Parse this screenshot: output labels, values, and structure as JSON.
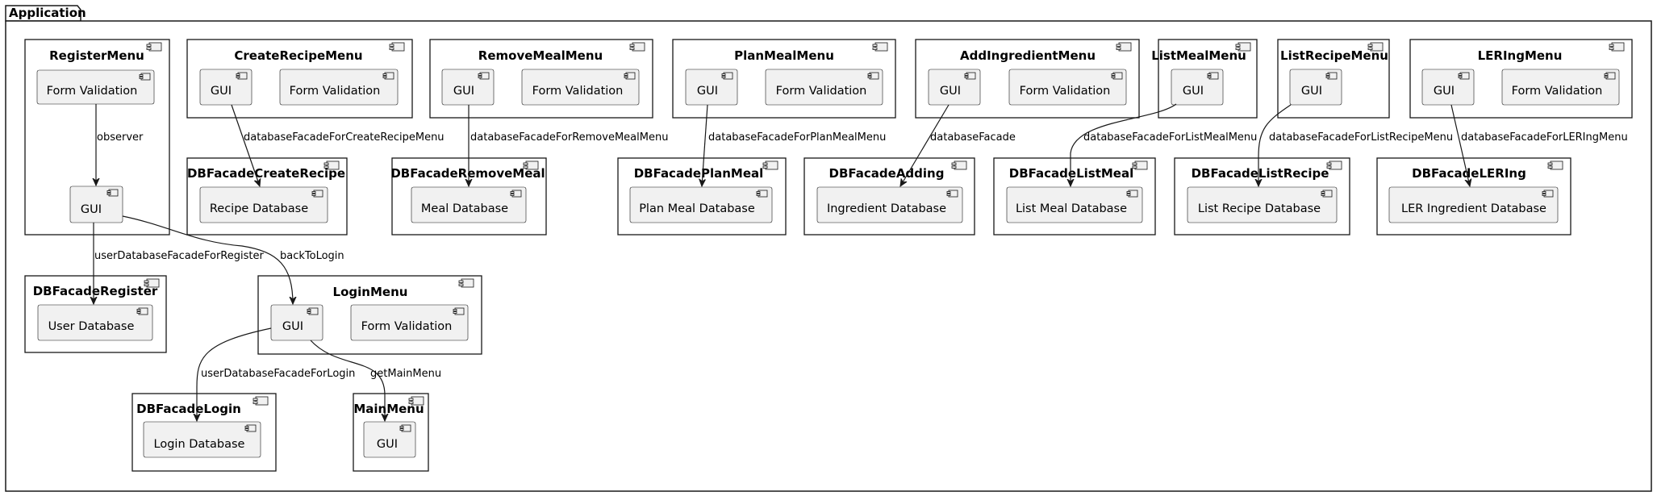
{
  "package": {
    "title": "Application"
  },
  "components": {
    "RegisterMenu": {
      "title": "RegisterMenu",
      "form_validation": "Form Validation",
      "gui": "GUI"
    },
    "CreateRecipeMenu": {
      "title": "CreateRecipeMenu",
      "gui": "GUI",
      "form_validation": "Form Validation"
    },
    "RemoveMealMenu": {
      "title": "RemoveMealMenu",
      "gui": "GUI",
      "form_validation": "Form Validation"
    },
    "PlanMealMenu": {
      "title": "PlanMealMenu",
      "gui": "GUI",
      "form_validation": "Form Validation"
    },
    "AddIngredientMenu": {
      "title": "AddIngredientMenu",
      "gui": "GUI",
      "form_validation": "Form Validation"
    },
    "ListMealMenu": {
      "title": "ListMealMenu",
      "gui": "GUI"
    },
    "ListRecipeMenu": {
      "title": "ListRecipeMenu",
      "gui": "GUI"
    },
    "LERIngMenu": {
      "title": "LERIngMenu",
      "gui": "GUI",
      "form_validation": "Form Validation"
    },
    "DBFacadeCreateRecipe": {
      "title": "DBFacadeCreateRecipe",
      "db": "Recipe Database"
    },
    "DBFacadeRemoveMeal": {
      "title": "DBFacadeRemoveMeal",
      "db": "Meal Database"
    },
    "DBFacadePlanMeal": {
      "title": "DBFacadePlanMeal",
      "db": "Plan Meal Database"
    },
    "DBFacadeAdding": {
      "title": "DBFacadeAdding",
      "db": "Ingredient Database"
    },
    "DBFacadeListMeal": {
      "title": "DBFacadeListMeal",
      "db": "List Meal Database"
    },
    "DBFacadeListRecipe": {
      "title": "DBFacadeListRecipe",
      "db": "List Recipe Database"
    },
    "DBFacadeLERIng": {
      "title": "DBFacadeLERIng",
      "db": "LER Ingredient Database"
    },
    "DBFacadeRegister": {
      "title": "DBFacadeRegister",
      "db": "User Database"
    },
    "LoginMenu": {
      "title": "LoginMenu",
      "gui": "GUI",
      "form_validation": "Form Validation"
    },
    "DBFacadeLogin": {
      "title": "DBFacadeLogin",
      "db": "Login Database"
    },
    "MainMenu": {
      "title": "MainMenu",
      "gui": "GUI"
    }
  },
  "edges": {
    "observer": "observer",
    "create_recipe": "databaseFacadeForCreateRecipeMenu",
    "remove_meal": "databaseFacadeForRemoveMealMenu",
    "plan_meal": "databaseFacadeForPlanMealMenu",
    "adding": "databaseFacade",
    "list_meal": "databaseFacadeForListMealMenu",
    "list_recipe": "databaseFacadeForListRecipeMenu",
    "ler_ing": "databaseFacadeForLERIngMenu",
    "register_db": "userDatabaseFacadeForRegister",
    "back_to_login": "backToLogin",
    "login_db": "userDatabaseFacadeForLogin",
    "get_main_menu": "getMainMenu"
  }
}
